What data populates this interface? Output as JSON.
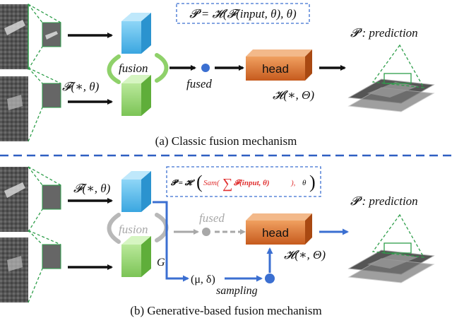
{
  "colors": {
    "accent_green": "#2e9e4a",
    "blue_arrow": "#3b6fd1",
    "divider": "#2f5fc2",
    "head_orange": "#d9692a",
    "cube_blue": "#4fb8ec",
    "cube_green": "#8fd16a",
    "formula_red": "#e03030",
    "gray": "#a8a8a8"
  },
  "top": {
    "formula": "𝓟 = 𝓗(𝓕(input, θ), θ)",
    "f_label": "𝓕(∗, θ)",
    "fusion_label": "fusion",
    "fused_label": "fused",
    "head_label": "head",
    "h_label": "𝓗(∗, Θ)",
    "prediction_label": "𝓟 : prediction",
    "caption": "(a) Classic fusion mechanism"
  },
  "bottom": {
    "formula_prefix": "𝓟 = 𝓗",
    "formula_sam": "Sam(",
    "formula_sum": "∑",
    "formula_inner": "𝓕(input, θ)",
    "formula_close": "),",
    "formula_suffix": "θ",
    "f_label": "𝓕(∗, θ)",
    "fusion_label": "fusion",
    "fused_label": "fused",
    "head_label": "head",
    "g_label": "G",
    "mu_label": "(μ, δ)",
    "sampling_label": "sampling",
    "h_label": "𝓗(∗, Θ)",
    "prediction_label": "𝓟 : prediction",
    "caption": "(b) Generative-based fusion mechanism"
  }
}
